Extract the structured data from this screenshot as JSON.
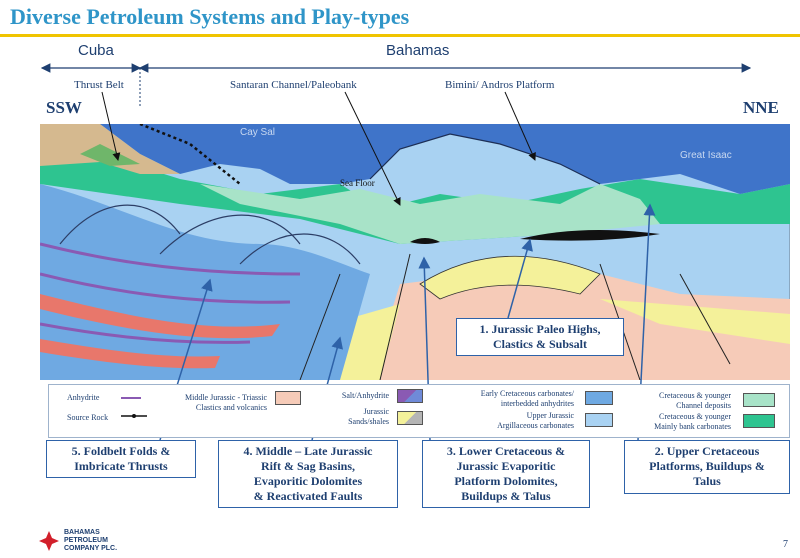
{
  "title": "Diverse Petroleum Systems and Play-types",
  "regions": {
    "left": "Cuba",
    "right": "Bahamas"
  },
  "features": {
    "thrust_belt": "Thrust Belt",
    "santaran": "Santaran Channel/Paleobank",
    "bimini": "Bimini/ Andros Platform"
  },
  "directions": {
    "left": "SSW",
    "right": "NNE"
  },
  "map_labels": {
    "cay_sal": "Cay Sal",
    "great_isaac": "Great Isaac",
    "sea_floor": "Sea Floor"
  },
  "legend": {
    "anhydrite": "Anhydrite",
    "source_rock": "Source Rock",
    "mid_jurassic_1": "Middle Jurassic - Triassic",
    "mid_jurassic_2": "Clastics and volcanics",
    "salt": "Salt/Anhydrite",
    "jurassic_sands_1": "Jurassic",
    "jurassic_sands_2": "Sands/shales",
    "early_cret_1": "Early Cretaceous carbonates/",
    "early_cret_2": "interbedded anhydrites",
    "upper_jur_1": "Upper Jurassic",
    "upper_jur_2": "Argillaceous carbonates",
    "cret_channel_1": "Cretaceous & younger",
    "cret_channel_2": "Channel deposits",
    "cret_bank_1": "Cretaceous & younger",
    "cret_bank_2": "Mainly bank carbonates"
  },
  "callouts": [
    {
      "lines": [
        "1. Jurassic Paleo Highs,",
        "Clastics & Subsalt"
      ]
    },
    {
      "lines": [
        "2. Upper Cretaceous",
        "Platforms, Buildups &",
        "Talus"
      ]
    },
    {
      "lines": [
        "3. Lower Cretaceous &",
        "Jurassic Evaporitic",
        "Platform Dolomites,",
        "Buildups & Talus"
      ]
    },
    {
      "lines": [
        "4. Middle – Late Jurassic",
        "Rift & Sag Basins,",
        "Evaporitic Dolomites",
        "& Reactivated Faults"
      ]
    },
    {
      "lines": [
        "5. Foldbelt Folds &",
        "Imbricate Thrusts"
      ]
    }
  ],
  "logo": {
    "line1": "BAHAMAS",
    "line2": "PETROLEUM",
    "line3": "COMPANY PLC."
  },
  "page_number": "7",
  "colors": {
    "title": "#2f95c8",
    "rule": "#f0c400",
    "navy": "#1e3f70",
    "sea": "#3f74c9",
    "bank": "#2ec490",
    "channel": "#a8e3c8",
    "light_blue": "#a9d2f2",
    "mid_blue": "#6fa9e2",
    "pink": "#f6cbb8",
    "red": "#e8776b",
    "yellow": "#f4f19a",
    "purple": "#8a5ab3"
  }
}
